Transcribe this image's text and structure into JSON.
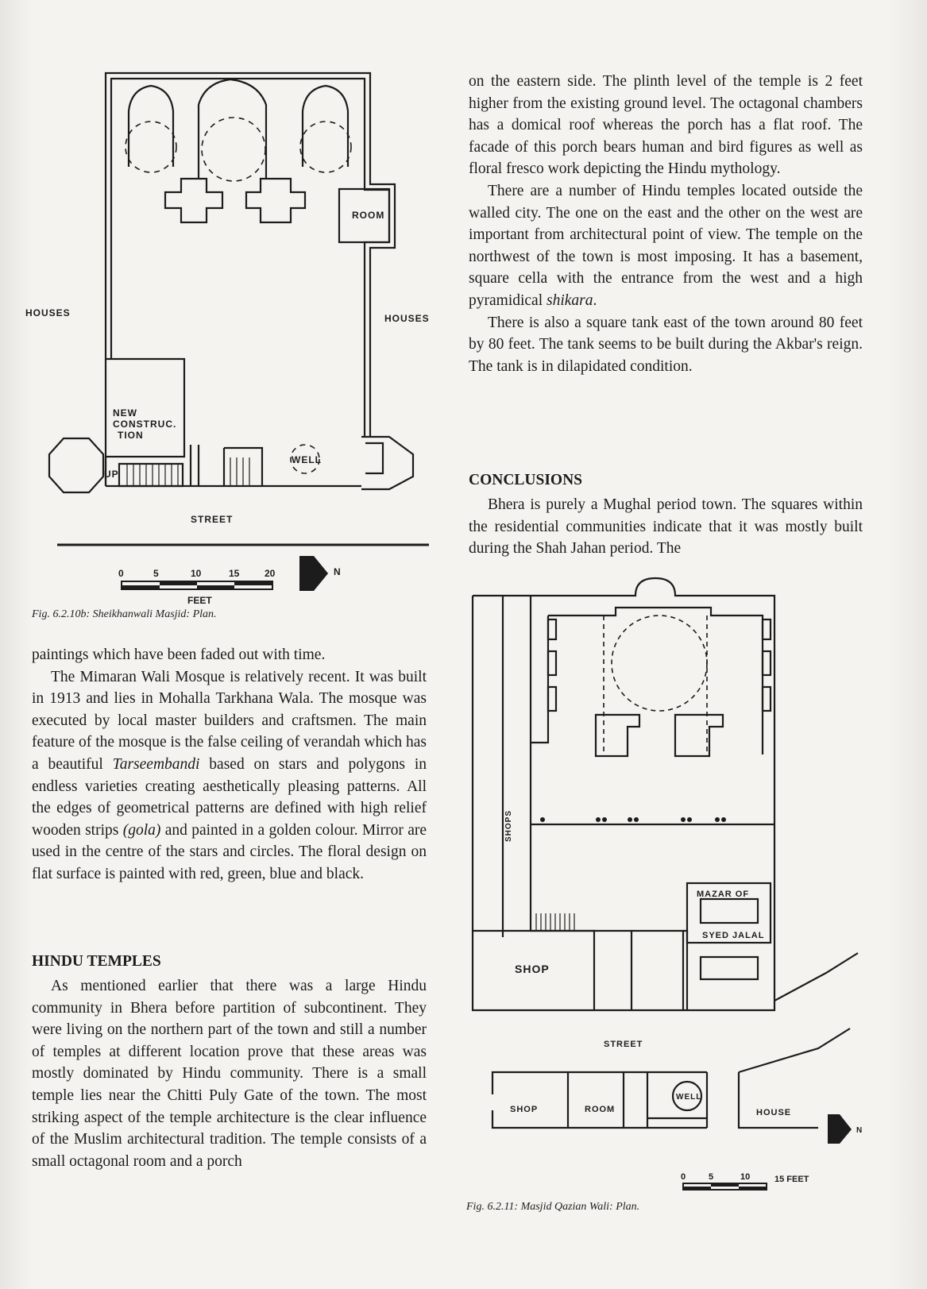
{
  "figure1": {
    "labels": {
      "room": "ROOM",
      "houses_left": "HOUSES",
      "houses_right": "HOUSES",
      "new_construction_1": "NEW",
      "new_construction_2": "CONSTRUC.",
      "new_construction_3": "TION",
      "well": "WELL",
      "up": "UP",
      "street": "STREET",
      "north": "N",
      "scale_feet": "FEET"
    },
    "scale_ticks": [
      "0",
      "5",
      "10",
      "15",
      "20"
    ],
    "caption": "Fig. 6.2.10b: Sheikhanwali Masjid: Plan."
  },
  "left_column": {
    "paragraph1": "paintings which have been faded out with time.",
    "paragraph2_parts": [
      "The Mimaran Wali Mosque is relatively recent. It was built in 1913 and lies in Mohalla Tarkhana Wala. The mosque was executed by local master builders and craftsmen. The main feature of the mosque is the false ceiling of verandah which has a beautiful ",
      "Tarseembandi",
      " based on stars and polygons in endless varieties creating aesthetically pleasing patterns. All the edges of geometrical patterns are defined with high relief wooden strips ",
      "(gola)",
      " and painted in a golden colour. Mirror are used in the centre of the stars and circles. The floral design on flat surface is painted with red, green, blue and black."
    ],
    "heading": "HINDU TEMPLES",
    "paragraph3": "As mentioned earlier that there was a large Hindu community in Bhera before partition of subcontinent. They were living on the northern part of the town and still a number of temples at different location prove that these areas was mostly dominated by Hindu community. There is a small temple lies near the Chitti Puly Gate of the town. The most striking aspect of the temple architecture is the clear influence of the Muslim architectural tradition. The temple consists of a small octagonal room and a porch"
  },
  "right_column": {
    "paragraph1": "on the eastern side. The plinth level of the temple is 2 feet higher from the existing ground level. The octagonal chambers has a domical roof whereas the porch has a flat roof. The facade of this porch bears human and bird figures as well as floral fresco work depicting the Hindu mythology.",
    "paragraph2_parts": [
      "There are a number of Hindu temples located outside the walled city. The one on the east and the other on the west are important from architectural point of view. The temple on the northwest of the town is most imposing. It has a basement, square cella with the entrance from the west and a high pyramidical ",
      "shikara",
      "."
    ],
    "paragraph3": "There is also a square tank east of the town around 80 feet by 80 feet. The tank seems to be built during the Akbar's reign. The tank is in dilapidated condition.",
    "heading": "CONCLUSIONS",
    "paragraph4": "Bhera is purely a Mughal period town. The squares within the residential communities indicate that it was mostly built during the Shah Jahan period. The"
  },
  "figure2": {
    "labels": {
      "shops": "SHOPS",
      "mazar_1": "MAZAR OF",
      "mazar_2": "SYED JALAL",
      "shop_upper": "SHOP",
      "street": "STREET",
      "shop_lower": "SHOP",
      "room": "ROOM",
      "well": "WELL",
      "house": "HOUSE",
      "north": "N",
      "scale": "15 FEET"
    },
    "scale_ticks": [
      "0",
      "5",
      "10"
    ],
    "caption": "Fig. 6.2.11: Masjid Qazian Wali: Plan."
  }
}
